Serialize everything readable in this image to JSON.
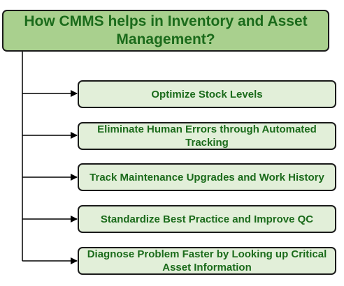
{
  "colors": {
    "title_fill": "#a9d08e",
    "item_fill": "#e2efd9",
    "text": "#1b6b1b",
    "border": "#1a1a1a"
  },
  "title": "How CMMS helps in  Inventory and Asset Management?",
  "items": [
    {
      "label": "Optimize Stock Levels"
    },
    {
      "label": "Eliminate Human Errors through Automated Tracking"
    },
    {
      "label": "Track Maintenance Upgrades and Work History"
    },
    {
      "label": "Standardize Best Practice and Improve QC"
    },
    {
      "label": "Diagnose Problem Faster by Looking up Critical Asset Information"
    }
  ]
}
